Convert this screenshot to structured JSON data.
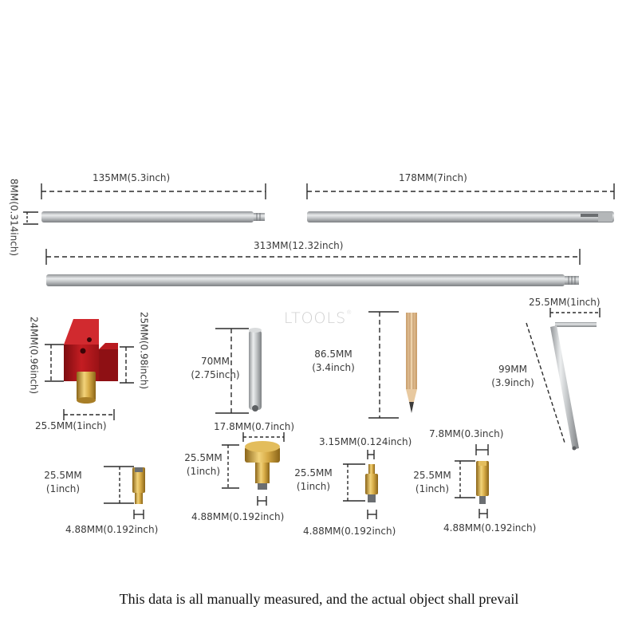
{
  "colors": {
    "background": "#ffffff",
    "steel": "#b9bcbf",
    "red_block": "#b3161c",
    "brass": "#c9a13a",
    "pencil_wood": "#e3c29a",
    "dimension_line": "#2b2b2b"
  },
  "brand": {
    "text": "LTOOLS",
    "mark": "®"
  },
  "dimensions": {
    "rod_short_length": "135MM(5.3inch)",
    "rod_medium_length": "178MM(7inch)",
    "rod_diameter": "8MM(0.314inch)",
    "rod_long_length": "313MM(12.32inch)",
    "block_height": "24MM(0.96inch)",
    "block_depth": "25MM(0.98inch)",
    "block_width": "25.5MM(1inch)",
    "pin_length": "70MM",
    "pin_length_inch": "(2.75inch)",
    "pin_diameter": "17.8MM(0.7inch)",
    "pencil_length": "86.5MM",
    "pencil_length_inch": "(3.4inch)",
    "key_width": "25.5MM(1inch)",
    "key_length": "99MM",
    "key_length_inch": "(3.9inch)",
    "tip1_length": "25.5MM",
    "tip1_length_inch": "(1inch)",
    "tip1_diameter": "4.88MM(0.192inch)",
    "tip2_length": "25.5MM",
    "tip2_length_inch": "(1inch)",
    "tip2_diameter": "4.88MM(0.192inch)",
    "tip3_top": "3.15MM(0.124inch)",
    "tip3_length": "25.5MM",
    "tip3_length_inch": "(1inch)",
    "tip3_diameter": "4.88MM(0.192inch)",
    "tip4_top": "7.8MM(0.3inch)",
    "tip4_length": "25.5MM",
    "tip4_length_inch": "(1inch)",
    "tip4_diameter": "4.88MM(0.192inch)"
  },
  "footer": {
    "disclaimer": "This data is all manually measured, and the actual object shall prevail"
  }
}
